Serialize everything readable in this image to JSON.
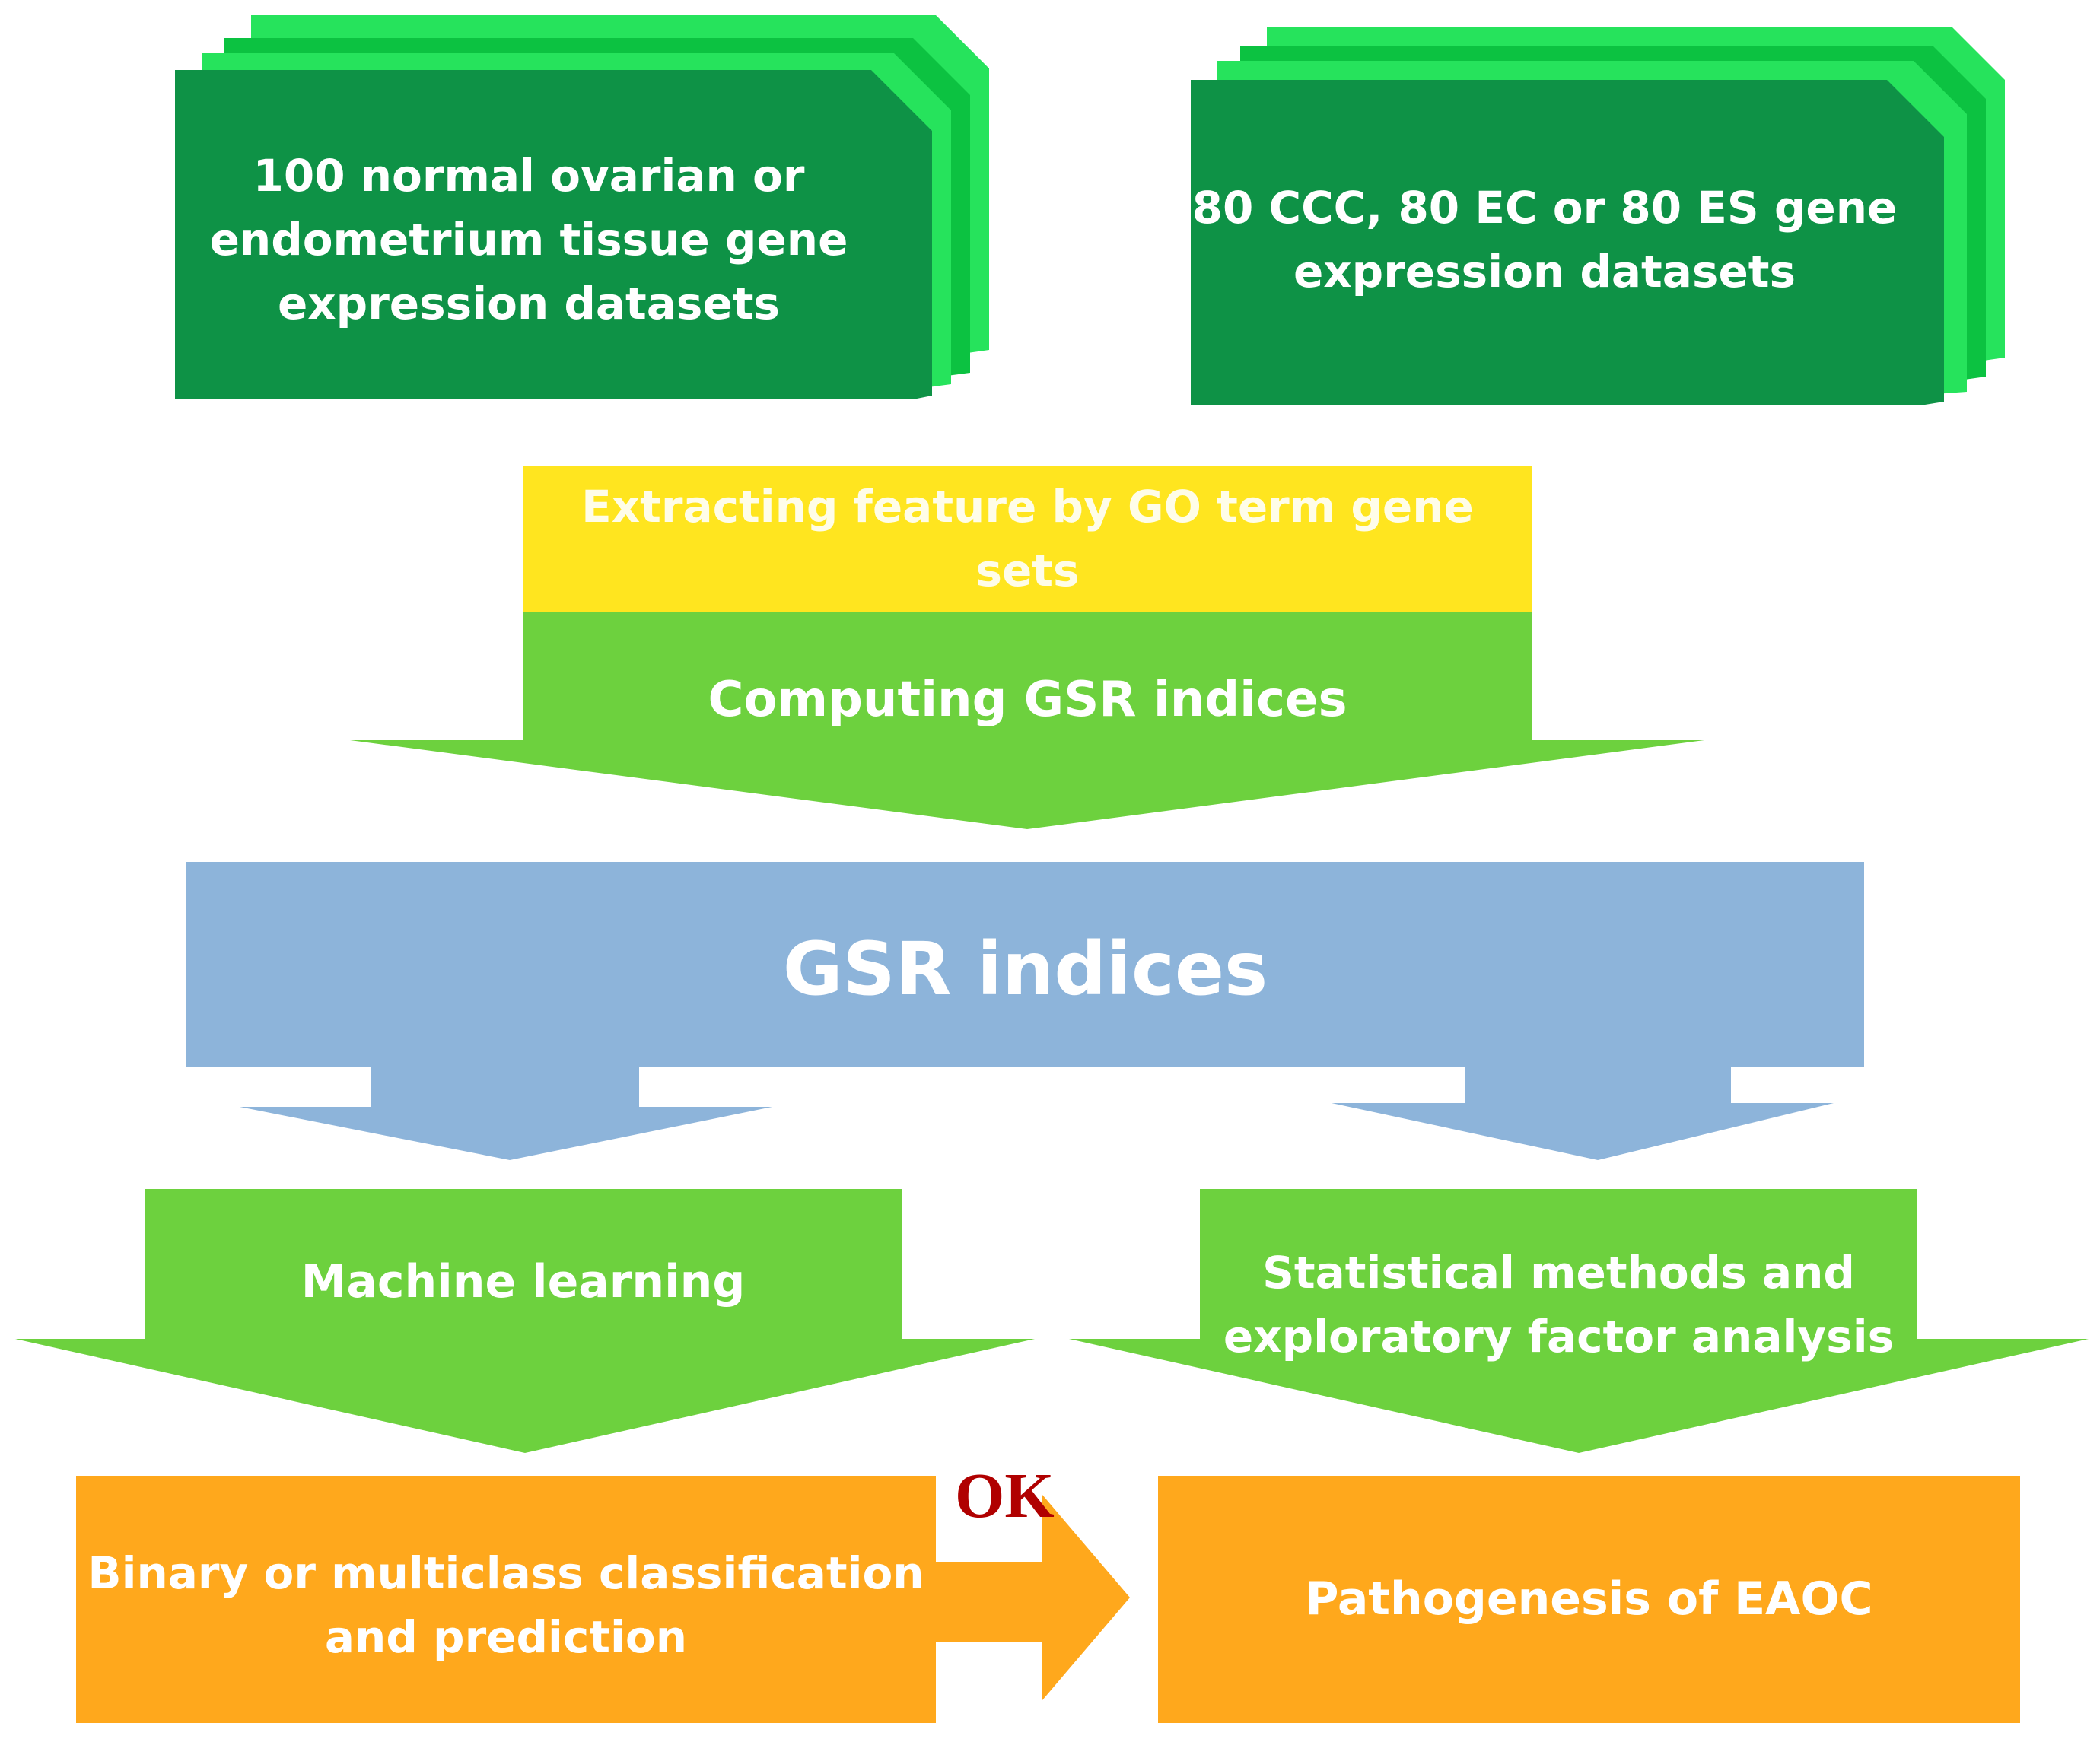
{
  "inputs": {
    "normal": "100 normal ovarian or\nendometrium tissue gene\nexpression datasets",
    "cancer": "80 CCC, 80 EC or 80 ES gene\nexpression datasets"
  },
  "feature_step": {
    "extract": "Extracting feature by GO term gene sets",
    "compute": "Computing GSR indices"
  },
  "gsr_box": "GSR indices",
  "methods": {
    "ml": "Machine learning",
    "stats": "Statistical methods and\nexploratory factor analysis"
  },
  "outputs": {
    "classification": "Binary or multiclass classification\nand prediction",
    "pathogenesis": "Pathogenesis of EAOC"
  },
  "link_label": "OK",
  "colors": {
    "input_front": "#0e9246",
    "input_mid": "#0cc241",
    "input_back": "#26e35c",
    "yellow": "#ffe51f",
    "green": "#6dd13e",
    "blue": "#8db4da",
    "orange": "#ffa81c",
    "ok_red": "#b00000"
  }
}
